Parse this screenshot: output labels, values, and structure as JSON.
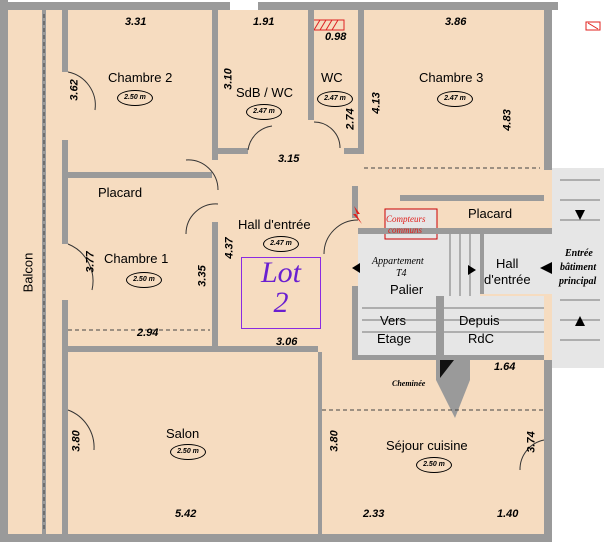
{
  "rooms": {
    "chambre2": "Chambre 2",
    "sdb": "SdB / WC",
    "wc": "WC",
    "chambre3": "Chambre 3",
    "placard_left": "Placard",
    "placard_right": "Placard",
    "hall": "Hall d'entrée",
    "chambre1": "Chambre 1",
    "balcon": "Balcon",
    "palier": "Palier",
    "apt_line1": "Appartement",
    "apt_line2": "T4",
    "hall_entree_l1": "Hall",
    "hall_entree_l2": "d'entrée",
    "entree_l1": "Entrée",
    "entree_l2": "bâtiment",
    "entree_l3": "principal",
    "vers_l1": "Vers",
    "vers_l2": "Etage",
    "depuis_l1": "Depuis",
    "depuis_l2": "RdC",
    "compteurs_l1": "Compteurs",
    "compteurs_l2": "communs",
    "salon": "Salon",
    "sejour": "Séjour cuisine",
    "cheminee": "Cheminée"
  },
  "ceiling": {
    "c2": "2.50 m",
    "sdb": "2.47 m",
    "wc": "2.47 m",
    "c3": "2.47 m",
    "hall": "2.47 m",
    "c1": "2.50 m",
    "salon": "2.50 m",
    "sejour": "2.50 m"
  },
  "dims": {
    "d331": "3.31",
    "d191": "1.91",
    "d098": "0.98",
    "d386": "3.86",
    "d362": "3.62",
    "d310": "3.10",
    "d274": "2.74",
    "d413": "4.13",
    "d483": "4.83",
    "d315": "3.15",
    "d437": "4.37",
    "d377": "3.77",
    "d335": "3.35",
    "d294": "2.94",
    "d306": "3.06",
    "d164": "1.64",
    "d380a": "3.80",
    "d380b": "3.80",
    "d374": "3.74",
    "d542": "5.42",
    "d233": "2.33",
    "d140": "1.40"
  },
  "lot": {
    "line1": "Lot",
    "line2": "2"
  },
  "colors": {
    "wall": "#9a9a9a",
    "floor": "#f6dcc0",
    "stair": "#e6e6e6",
    "lot": "#6a1fd0",
    "alert": "#e0201c"
  }
}
